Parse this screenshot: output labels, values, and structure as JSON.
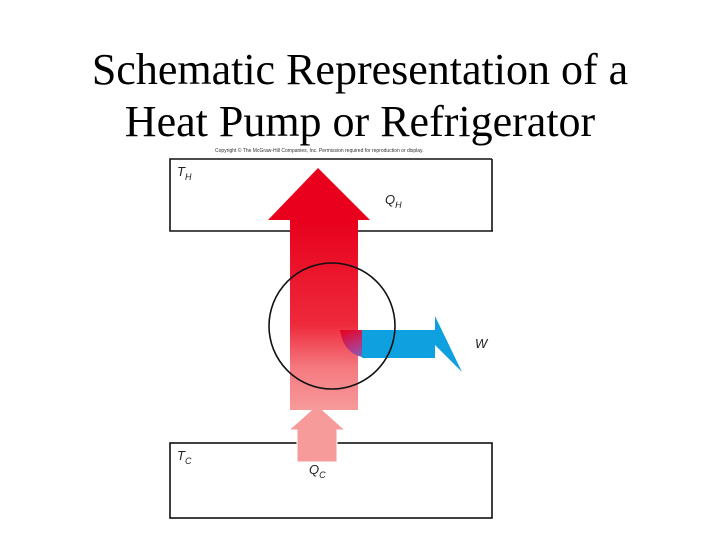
{
  "title": {
    "line1": "Schematic Representation of a",
    "line2": "Heat Pump or Refrigerator"
  },
  "copyright": "Copyright © The McGraw-Hill Companies, Inc. Permission required for reproduction or display.",
  "labels": {
    "hot_reservoir": {
      "main": "T",
      "sub": "H"
    },
    "heat_out": {
      "main": "Q",
      "sub": "H"
    },
    "work": {
      "main": "W"
    },
    "cold_reservoir": {
      "main": "T",
      "sub": "C"
    },
    "heat_in": {
      "main": "Q",
      "sub": "C"
    }
  },
  "colors": {
    "hot_arrow": "#e8001c",
    "cold_arrow": "#f79a9a",
    "work_arrow": "#0fa0e0",
    "outline": "#111111"
  }
}
